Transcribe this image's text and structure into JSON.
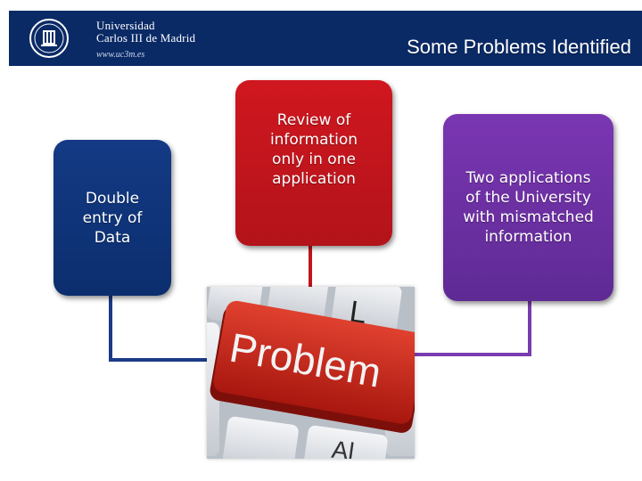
{
  "header": {
    "university_name_line1": "Universidad",
    "university_name_line2": "Carlos III de Madrid",
    "website": "www.uc3m.es",
    "title": "Some Problems Identified"
  },
  "colors": {
    "header_bg": "#0a2a66",
    "box_left": "#0b2e6e",
    "box_center": "#c0151c",
    "box_right": "#6a2fa0",
    "connector_left": "#0b2e6e",
    "connector_center": "#c0151c",
    "connector_right": "#6a2fa0"
  },
  "boxes": {
    "left": {
      "text": "Double entry of Data"
    },
    "center": {
      "text": "Review of information only in one application"
    },
    "right": {
      "text": "Two applications of the University with mismatched information"
    }
  },
  "image": {
    "key_label": "Problem",
    "key_letter": "L",
    "key_partial": "Al"
  }
}
